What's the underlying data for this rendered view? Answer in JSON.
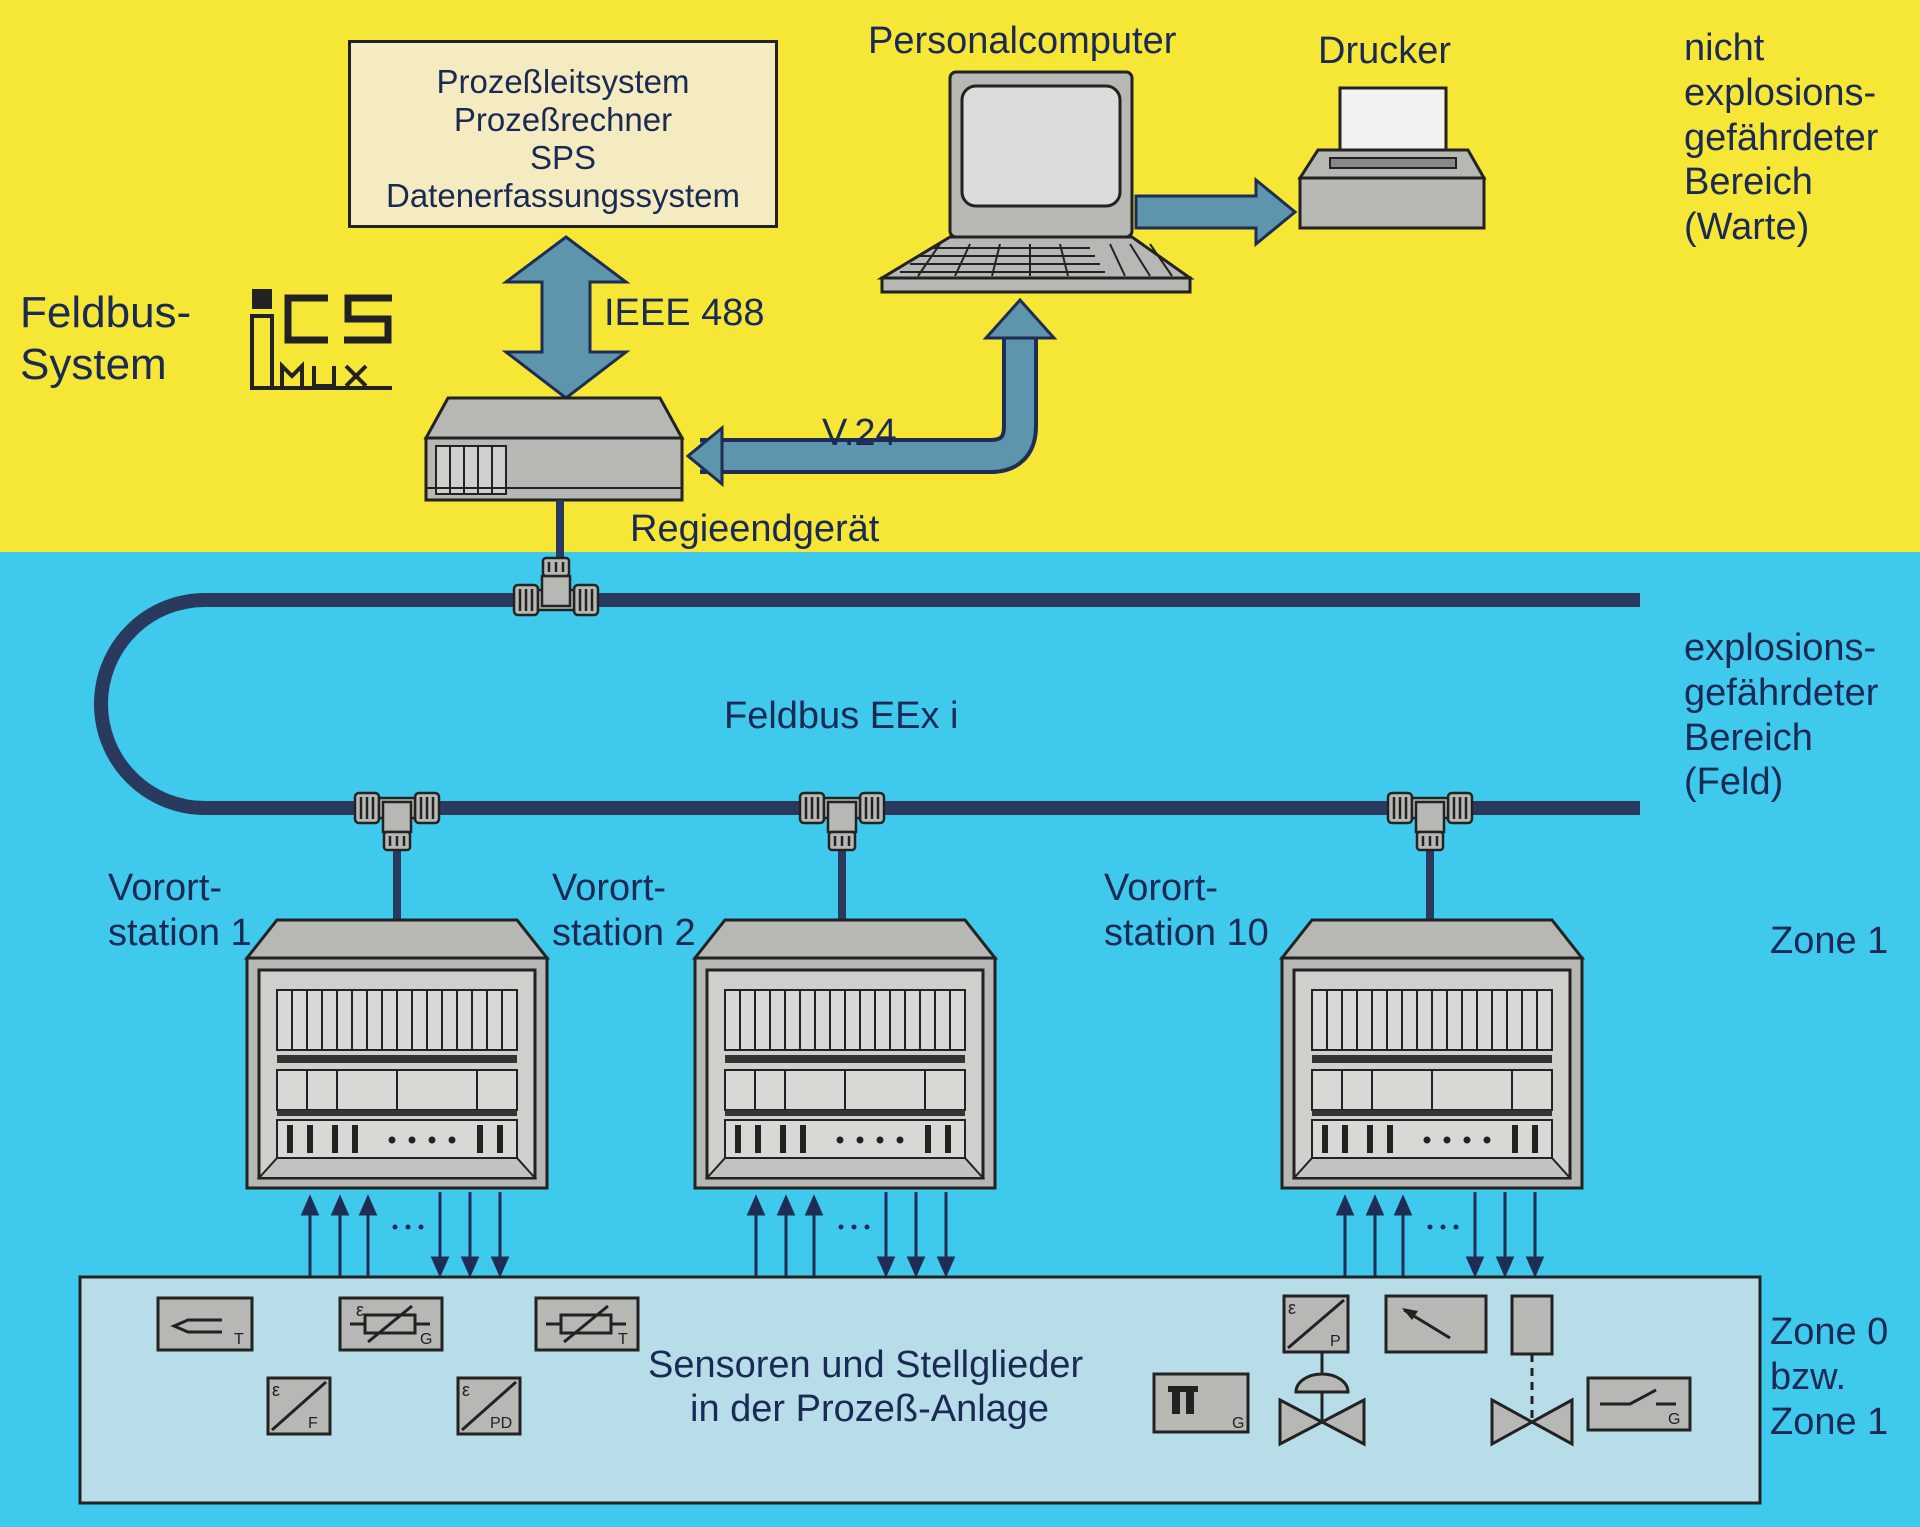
{
  "title": {
    "line1": "Feldbus-",
    "line2": "System",
    "logo": "ICS MUX"
  },
  "control_box": {
    "line1": "Prozeßleitsystem",
    "line2": "Prozeßrechner",
    "line3": "SPS",
    "line4": "Datenerfassungssystem"
  },
  "labels": {
    "ieee": "IEEE 488",
    "v24": "V.24",
    "regie": "Regieendgerät",
    "pc": "Personalcomputer",
    "drucker": "Drucker",
    "feldbus": "Feldbus EEx i"
  },
  "zones": {
    "warte": "nicht\nexplosions-\ngefährdeter\nBereich\n(Warte)",
    "feld": "explosions-\ngefährdeter\nBereich\n(Feld)",
    "zone1": "Zone 1",
    "zone0": "Zone 0\nbzw.\nZone 1"
  },
  "stations": [
    {
      "label": "Vorort-\nstation 1"
    },
    {
      "label": "Vorort-\nstation 2"
    },
    {
      "label": "Vorort-\nstation 10"
    }
  ],
  "sensors": {
    "caption_line1": "Sensoren und Stellglieder",
    "caption_line2": "in der Prozeß-Anlage",
    "symbols": {
      "t1": "T",
      "g1": "G",
      "t2": "T",
      "f": "F",
      "pd": "PD",
      "g2": "G",
      "p": "P",
      "g3": "G"
    }
  },
  "colors": {
    "yellow": "#f6e635",
    "blue": "#3fc9ec",
    "bus": "#2a3a5e",
    "arrow": "#5d95ad",
    "device": "#b7b7b3",
    "box": "#f4ecc0",
    "text": "#1b2a55"
  }
}
